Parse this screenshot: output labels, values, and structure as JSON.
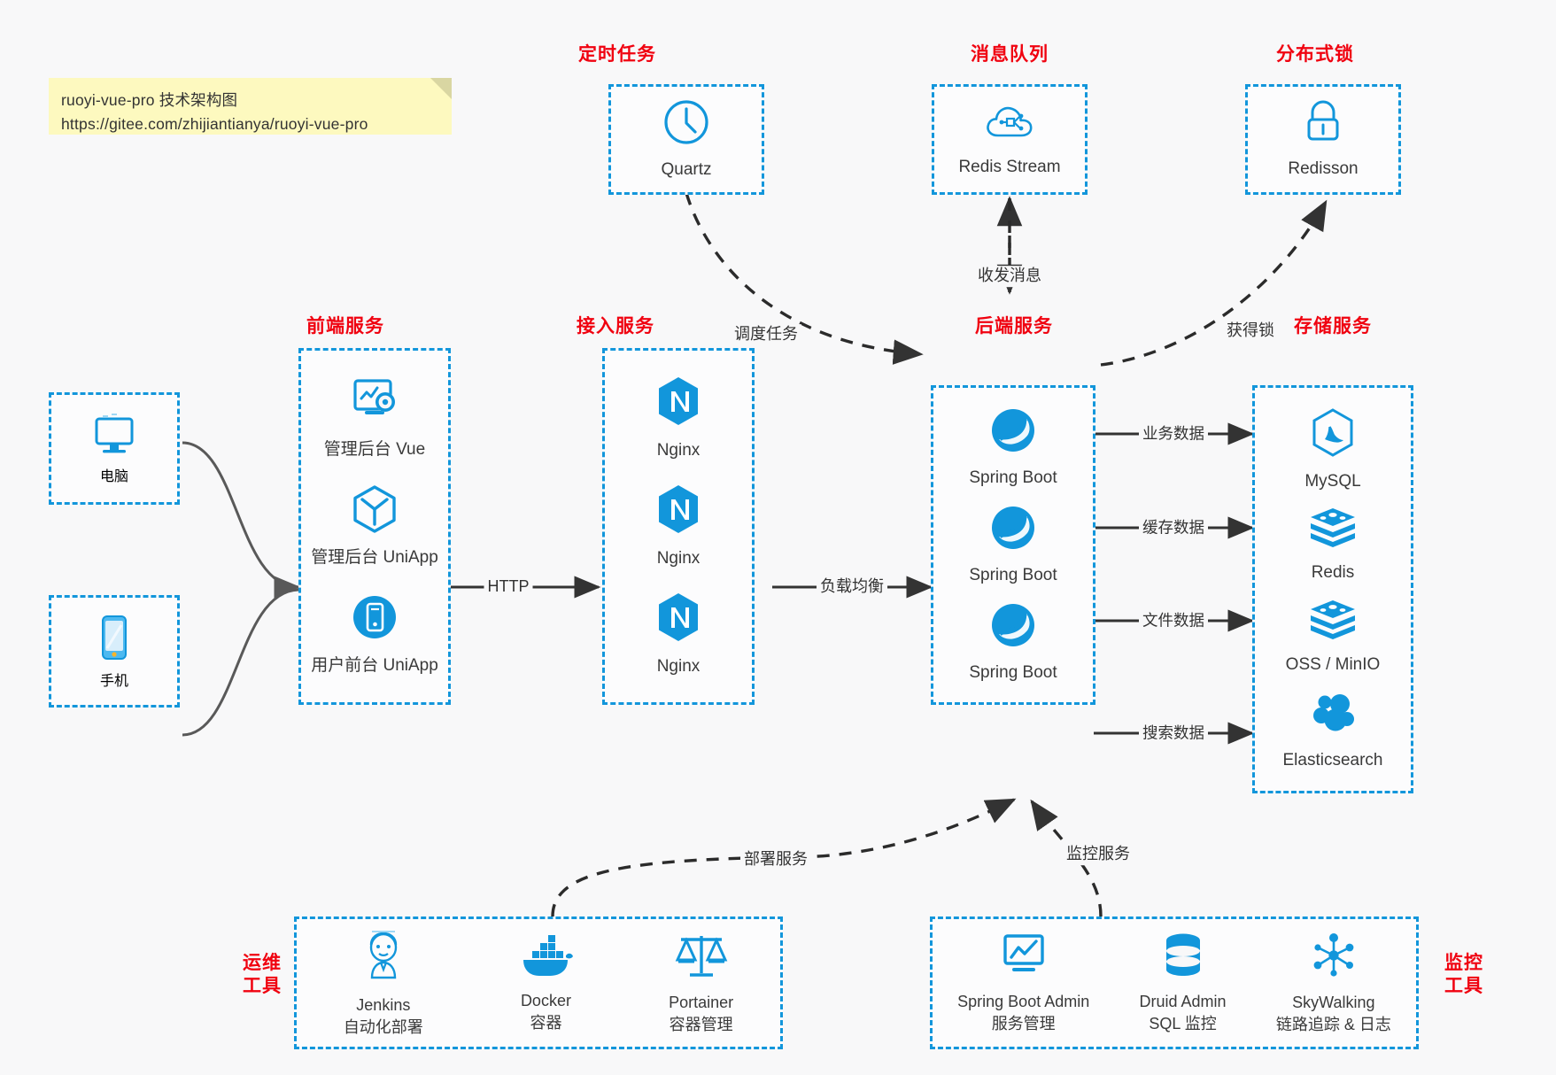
{
  "note": {
    "line1": "ruoyi-vue-pro 技术架构图",
    "line2": "https://gitee.com/zhijiantianya/ruoyi-vue-pro"
  },
  "colors": {
    "accent": "#1296db",
    "group_label": "#f00210",
    "note_bg": "#fdf9bf",
    "background": "#f8f8f9",
    "wire": "#3c3c3c",
    "caption": "#3a3a3a"
  },
  "groups": {
    "scheduled_task": {
      "label": "定时任务",
      "items": [
        {
          "name": "Quartz",
          "icon": "clock-icon"
        }
      ]
    },
    "message_queue": {
      "label": "消息队列",
      "items": [
        {
          "name": "Redis Stream",
          "icon": "cloud-stream-icon"
        }
      ]
    },
    "distributed_lock": {
      "label": "分布式锁",
      "items": [
        {
          "name": "Redisson",
          "icon": "lock-icon"
        }
      ]
    },
    "clients": {
      "items": [
        {
          "name": "电脑",
          "icon": "desktop-icon"
        },
        {
          "name": "手机",
          "icon": "phone-icon"
        }
      ]
    },
    "frontend": {
      "label": "前端服务",
      "items": [
        {
          "name": "管理后台 Vue",
          "icon": "dashboard-gear-icon"
        },
        {
          "name": "管理后台 UniApp",
          "icon": "hexagon-cube-icon"
        },
        {
          "name": "用户前台 UniApp",
          "icon": "mobile-circle-icon"
        }
      ]
    },
    "gateway": {
      "label": "接入服务",
      "items": [
        {
          "name": "Nginx",
          "icon": "nginx-icon"
        },
        {
          "name": "Nginx",
          "icon": "nginx-icon"
        },
        {
          "name": "Nginx",
          "icon": "nginx-icon"
        }
      ]
    },
    "backend": {
      "label": "后端服务",
      "items": [
        {
          "name": "Spring Boot",
          "icon": "spring-boot-icon"
        },
        {
          "name": "Spring Boot",
          "icon": "spring-boot-icon"
        },
        {
          "name": "Spring Boot",
          "icon": "spring-boot-icon"
        }
      ]
    },
    "storage": {
      "label": "存储服务",
      "items": [
        {
          "name": "MySQL",
          "icon": "mysql-icon"
        },
        {
          "name": "Redis",
          "icon": "redis-icon"
        },
        {
          "name": "OSS / MinIO",
          "icon": "oss-minio-icon"
        },
        {
          "name": "Elasticsearch",
          "icon": "elasticsearch-icon"
        }
      ]
    },
    "devops": {
      "label": "运维\n工具",
      "label_line1": "运维",
      "label_line2": "工具",
      "items": [
        {
          "name": "Jenkins",
          "desc": "自动化部署",
          "icon": "jenkins-icon"
        },
        {
          "name": "Docker",
          "desc": "容器",
          "icon": "docker-icon"
        },
        {
          "name": "Portainer",
          "desc": "容器管理",
          "icon": "scales-icon"
        }
      ]
    },
    "monitoring": {
      "label_line1": "监控",
      "label_line2": "工具",
      "items": [
        {
          "name": "Spring Boot Admin",
          "desc": "服务管理",
          "icon": "monitor-chart-icon"
        },
        {
          "name": "Druid Admin",
          "desc": "SQL 监控",
          "icon": "database-icon"
        },
        {
          "name": "SkyWalking",
          "desc": "链路追踪 & 日志",
          "icon": "skywalking-icon"
        }
      ]
    }
  },
  "edges": [
    {
      "id": "http",
      "label": "HTTP",
      "from": "frontend",
      "to": "gateway"
    },
    {
      "id": "load-balance",
      "label": "负载均衡",
      "from": "gateway",
      "to": "backend"
    },
    {
      "id": "schedule-task",
      "label": "调度任务",
      "from": "scheduled_task",
      "to": "backend"
    },
    {
      "id": "send-receive-message",
      "label": "收发消息",
      "from": "backend",
      "to": "message_queue"
    },
    {
      "id": "acquire-lock",
      "label": "获得锁",
      "from": "backend",
      "to": "distributed_lock"
    },
    {
      "id": "business-data",
      "label": "业务数据",
      "from": "backend",
      "to": "MySQL"
    },
    {
      "id": "cache-data",
      "label": "缓存数据",
      "from": "backend",
      "to": "Redis"
    },
    {
      "id": "file-data",
      "label": "文件数据",
      "from": "backend",
      "to": "OSS / MinIO"
    },
    {
      "id": "search-data",
      "label": "搜索数据",
      "from": "backend",
      "to": "Elasticsearch"
    },
    {
      "id": "deploy-service",
      "label": "部署服务",
      "from": "devops",
      "to": "backend"
    },
    {
      "id": "monitor-service",
      "label": "监控服务",
      "from": "monitoring",
      "to": "backend"
    }
  ]
}
